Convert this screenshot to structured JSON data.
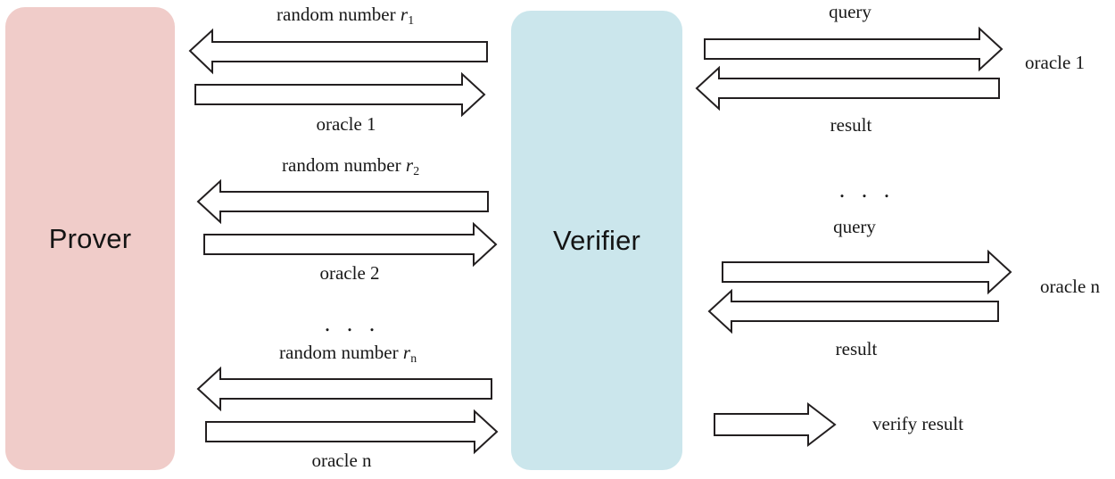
{
  "diagram": {
    "title": "Interactive oracle proof protocol between Prover and Verifier",
    "colors": {
      "prover_fill": "#f0ccc9",
      "verifier_fill": "#cbe6ec",
      "arrow_stroke": "#231f20",
      "arrow_fill": "#ffffff",
      "text": "#181818"
    },
    "parties": [
      {
        "id": "prover",
        "label": "Prover"
      },
      {
        "id": "verifier",
        "label": "Verifier"
      }
    ],
    "left_rounds": [
      {
        "index": 1,
        "top_label_prefix": "random  number ",
        "top_label_symbol": "r",
        "top_label_subscript": "1",
        "bottom_label": "oracle 1",
        "directions": [
          "verifier-to-prover",
          "prover-to-verifier"
        ]
      },
      {
        "index": 2,
        "top_label_prefix": "random  number ",
        "top_label_symbol": "r",
        "top_label_subscript": "2",
        "bottom_label": "oracle 2",
        "directions": [
          "verifier-to-prover",
          "prover-to-verifier"
        ]
      },
      {
        "index": 3,
        "top_label_prefix": "random  number ",
        "top_label_symbol": "r",
        "top_label_subscript": "n",
        "bottom_label": "oracle n",
        "directions": [
          "verifier-to-prover",
          "prover-to-verifier"
        ]
      }
    ],
    "left_ellipsis": ". . .",
    "right_rounds": [
      {
        "index": 1,
        "top_label": "query",
        "bottom_label": "result",
        "side_label": "oracle 1",
        "directions": [
          "verifier-to-oracle",
          "oracle-to-verifier"
        ]
      },
      {
        "index": 2,
        "top_label": "query",
        "bottom_label": "result",
        "side_label": "oracle n",
        "directions": [
          "verifier-to-oracle",
          "oracle-to-verifier"
        ]
      }
    ],
    "right_ellipsis": ". . .",
    "final_output": {
      "label": "verify result",
      "direction": "verifier-outward"
    }
  }
}
